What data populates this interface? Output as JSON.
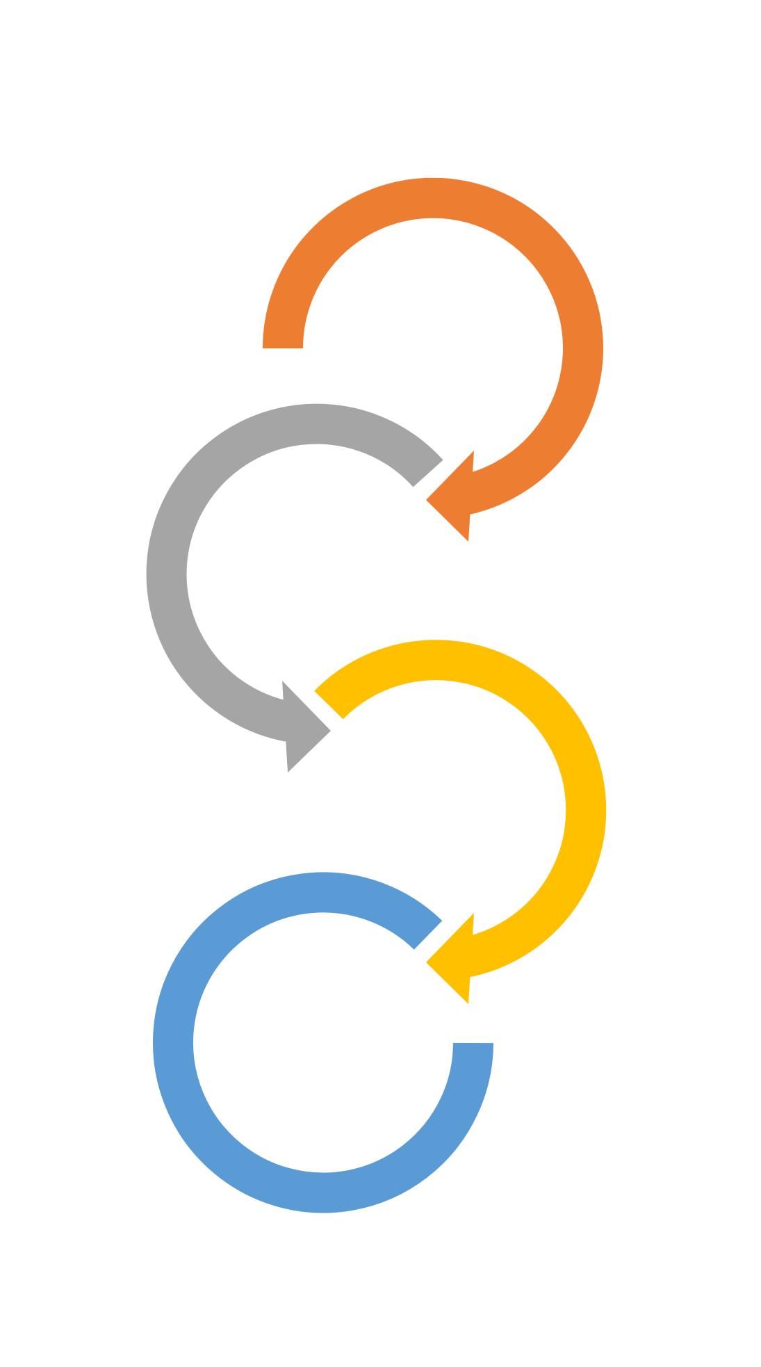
{
  "diagram": {
    "type": "circular-arrow-process",
    "steps": [
      {
        "id": "step-1",
        "color": "#ED7D31",
        "direction": "clockwise",
        "has_arrowhead": true
      },
      {
        "id": "step-2",
        "color": "#A5A5A5",
        "direction": "counterclockwise",
        "has_arrowhead": true
      },
      {
        "id": "step-3",
        "color": "#FFC000",
        "direction": "clockwise",
        "has_arrowhead": true
      },
      {
        "id": "step-4",
        "color": "#5B9BD5",
        "direction": "counterclockwise",
        "has_arrowhead": false
      }
    ]
  }
}
